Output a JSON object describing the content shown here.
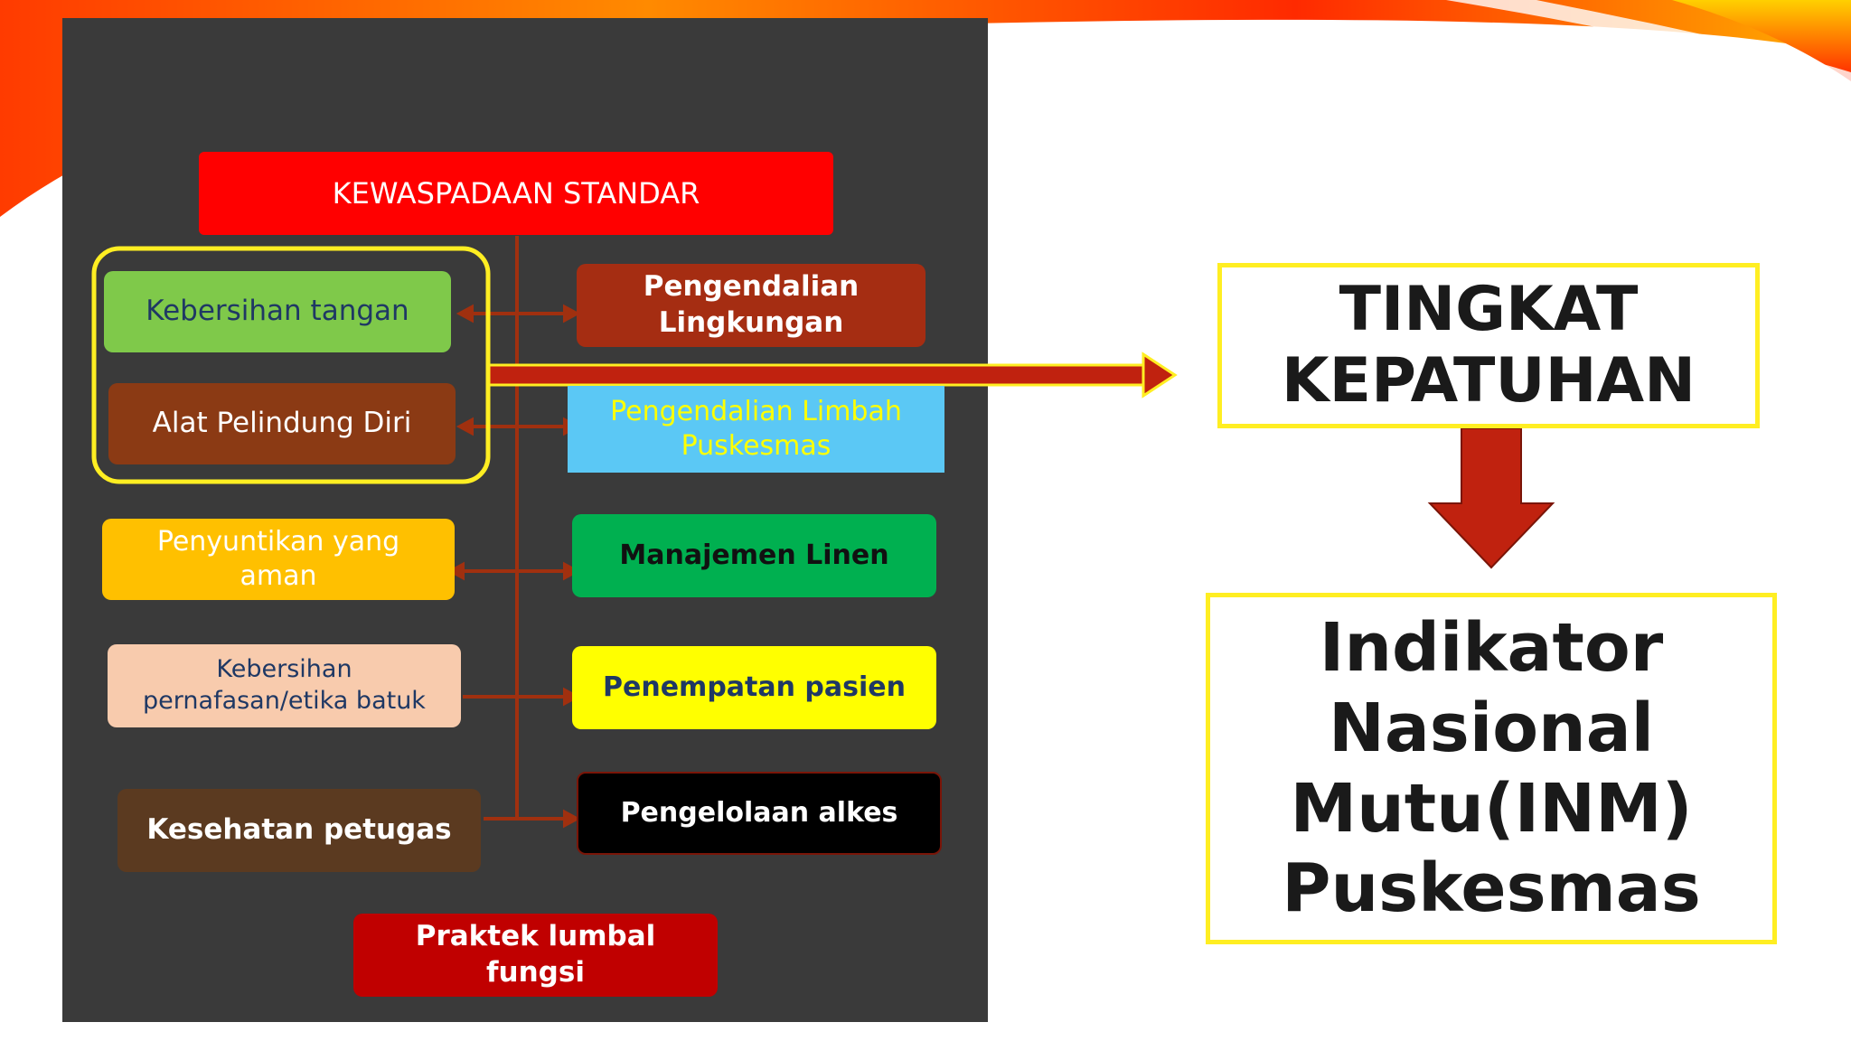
{
  "diagram": {
    "title": "KEWASPADAAN STANDAR",
    "left_items": [
      {
        "label": "Kebersihan tangan",
        "color": "#7fc94a",
        "text_color": "#1f3864"
      },
      {
        "label": "Alat Pelindung Diri",
        "color": "#8b3a14",
        "text_color": "#ffffff"
      },
      {
        "label": "Penyuntikan yang aman",
        "color": "#ffc000",
        "text_color": "#ffffff"
      },
      {
        "label": "Kebersihan pernafasan/etika  batuk",
        "color": "#f8cbad",
        "text_color": "#1f3864"
      },
      {
        "label": "Kesehatan petugas",
        "color": "#5b3a20",
        "text_color": "#ffffff"
      }
    ],
    "right_items": [
      {
        "label": "Pengendalian Lingkungan",
        "color": "#a52d12",
        "text_color": "#ffffff"
      },
      {
        "label": "Pengendalian Limbah Puskesmas",
        "color": "#5bc8f5",
        "text_color": "#ffff00"
      },
      {
        "label": "Manajemen Linen",
        "color": "#00b050",
        "text_color": "#111111"
      },
      {
        "label": "Penempatan pasien",
        "color": "#ffff00",
        "text_color": "#1f3864"
      },
      {
        "label": "Pengelolaan alkes",
        "color": "#000000",
        "text_color": "#ffffff"
      }
    ],
    "bottom_item": {
      "label": "Praktek lumbal fungsi",
      "color": "#c00000",
      "text_color": "#ffffff"
    },
    "highlight_color": "#ffee22"
  },
  "outcome": {
    "compliance_label": "TINGKAT KEPATUHAN",
    "indicator_label": "Indikator Nasional Mutu(INM) Puskesmas"
  },
  "colors": {
    "panel": "#3a3a3a",
    "connector": "#a0300f",
    "arrow": "#c0220f",
    "title_box": "#ff0000"
  }
}
